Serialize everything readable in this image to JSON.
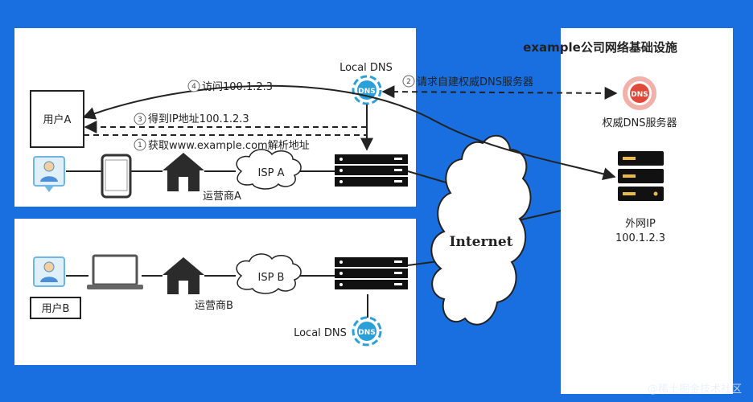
{
  "company_box": {
    "title": "example公司网络基础设施"
  },
  "labels": {
    "local_dns_top": "Local DNS",
    "local_dns_bottom": "Local DNS",
    "step4": "访问100.1.2.3",
    "step2": "请求自建权威DNS服务器",
    "step3": "得到IP地址100.1.2.3",
    "step1": "获取www.example.com解析地址",
    "user_a": "用户A",
    "user_b": "用户B",
    "isp_a": "ISP A",
    "isp_b": "ISP B",
    "carrier_a": "运营商A",
    "carrier_b": "运营商B",
    "internet": "Internet",
    "auth_dns": "权威DNS服务器",
    "public_ip_label": "外网IP",
    "public_ip_value": "100.1.2.3",
    "dns_badge": "DNS"
  },
  "step_numbers": {
    "s1": "1",
    "s2": "2",
    "s3": "3",
    "s4": "4"
  },
  "watermark": "@稀土掘金技术社区",
  "colors": {
    "background": "#1a6fe0",
    "line": "#222222",
    "dns_blue": "#2a9fd8",
    "dns_red": "#e0483a",
    "server": "#111111"
  }
}
